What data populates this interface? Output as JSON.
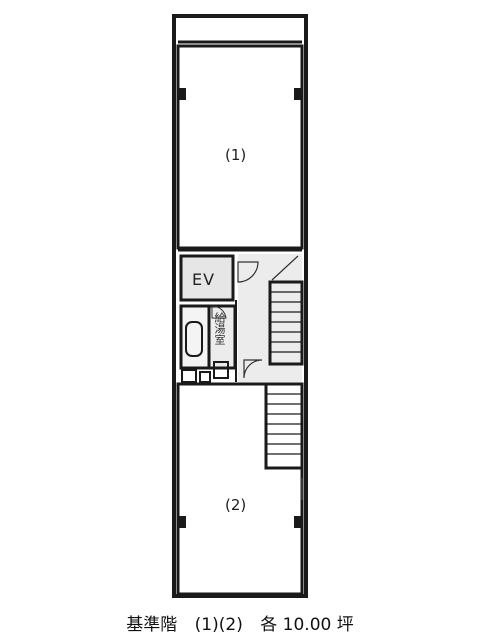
{
  "plan": {
    "units": [
      {
        "id": "unit-1",
        "label": "(1)"
      },
      {
        "id": "unit-2",
        "label": "(2)"
      }
    ],
    "elevator_label": "EV",
    "water_room_label": "給湯室"
  },
  "caption": {
    "floor": "基準階",
    "units": "(1)(2)",
    "area": "各 10.00 坪"
  },
  "colors": {
    "wall": "#1a1a1a",
    "core_fill": "#ececec"
  }
}
